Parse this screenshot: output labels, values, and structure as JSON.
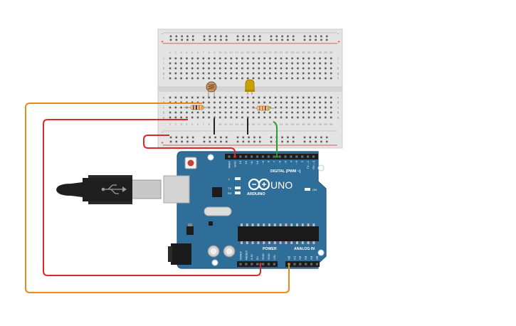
{
  "board": {
    "brand": "ARDUINO",
    "model": "UNO",
    "colors": {
      "pcb": "#2f6e98",
      "pcb_edge": "#23587d",
      "header": "#1c1c1c",
      "silk": "#ffffff"
    },
    "digital_label": "DIGITAL (PWM ~)",
    "power_label": "POWER",
    "analog_label": "ANALOG IN",
    "on_label": "ON",
    "led_labels": [
      "L",
      "TX",
      "RX"
    ],
    "top_pin_labels": [
      "AREF",
      "GND",
      "13",
      "12",
      "~11",
      "~10",
      "~9",
      "8",
      "7",
      "~6",
      "~5",
      "4",
      "~3",
      "2",
      "TX→1",
      "RX←0"
    ],
    "power_pin_labels": [
      "IOREF",
      "RESET",
      "3.3V",
      "5V",
      "GND",
      "GND",
      "VIN"
    ],
    "analog_pin_labels": [
      "A0",
      "A1",
      "A2",
      "A3",
      "A4",
      "A5"
    ]
  },
  "breadboard": {
    "rail_signs": [
      "-",
      "+"
    ],
    "row_letters_top": [
      "j",
      "i",
      "h",
      "g",
      "f"
    ],
    "row_letters_bottom": [
      "e",
      "d",
      "c",
      "b",
      "a"
    ],
    "column_numbers": [
      "1",
      "2",
      "3",
      "4",
      "5",
      "6",
      "7",
      "8",
      "9",
      "10",
      "11",
      "12",
      "13",
      "14",
      "15",
      "16",
      "17",
      "18",
      "19",
      "20",
      "21",
      "22",
      "23",
      "24",
      "25",
      "26",
      "27",
      "28",
      "29",
      "30"
    ]
  },
  "wire_colors": {
    "red": "#d82a2a",
    "orange": "#e98b1c",
    "green": "#26a02a",
    "black": "#222222"
  },
  "component_colors": {
    "led": "#c9a000",
    "ldr": "#c99a6b",
    "resistor": "#e5c9a6",
    "usb": "#cfcfcf",
    "cable": "#1f1f1f"
  }
}
